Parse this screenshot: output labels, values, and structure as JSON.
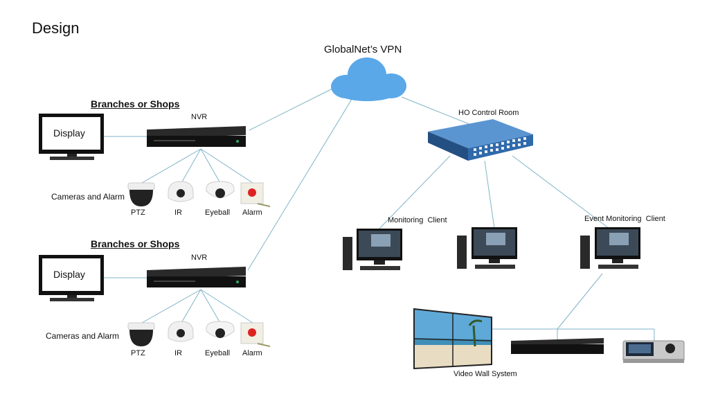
{
  "page": {
    "title": "Design"
  },
  "vpn": {
    "label": "GlobalNet’s VPN"
  },
  "branches": [
    {
      "heading": "Branches or Shops",
      "nvr_label": "NVR",
      "display_label": "Display",
      "cameras_label": "Cameras and Alarm",
      "devices": [
        "PTZ",
        "IR",
        "Eyeball",
        "Alarm"
      ]
    },
    {
      "heading": "Branches or Shops",
      "nvr_label": "NVR",
      "display_label": "Display",
      "cameras_label": "Cameras and Alarm",
      "devices": [
        "PTZ",
        "IR",
        "Eyeball",
        "Alarm"
      ]
    }
  ],
  "ho": {
    "switch_label": "HO Control Room",
    "monitoring_client_label": "Monitoring  Client",
    "event_client_label": "Event Monitoring  Client",
    "video_wall_label": "Video Wall System"
  },
  "colors": {
    "link_line": "#7fb3c8",
    "cloud": "#5aa8e8",
    "switch": "#3d7fc4"
  }
}
